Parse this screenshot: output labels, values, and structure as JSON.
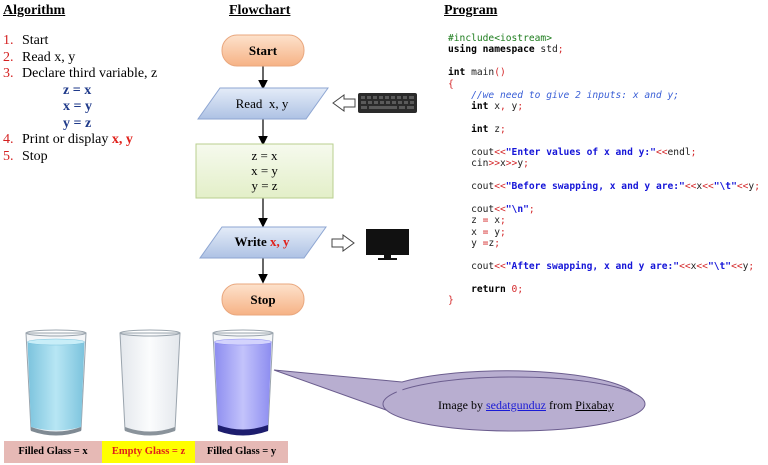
{
  "sections": {
    "algorithm_title": "Algorithm",
    "flowchart_title": "Flowchart",
    "program_title": "Program"
  },
  "algorithm": {
    "steps": [
      {
        "num": "1.",
        "text": "Start"
      },
      {
        "num": "2.",
        "text": "Read x, y"
      },
      {
        "num": "3.",
        "text": "Declare third variable, z"
      },
      {
        "num": "4.",
        "text": "Print or display ",
        "highlight": "x, y"
      },
      {
        "num": "5.",
        "text": "Stop"
      }
    ],
    "assignments": [
      "z = x",
      "x = y",
      "y = z"
    ]
  },
  "flowchart": {
    "start": "Start",
    "read": "Read  x, y",
    "process": [
      "z = x",
      "x = y",
      "y = z"
    ],
    "write_prefix": "Write ",
    "write_vars": "x, y",
    "stop": "Stop"
  },
  "program": {
    "lines": [
      [
        {
          "t": "#include<iostream>",
          "c": "pp"
        }
      ],
      [
        {
          "t": "using namespace",
          "c": "kw"
        },
        {
          "t": " std",
          "c": "fn"
        },
        {
          "t": ";",
          "c": "op"
        }
      ],
      [],
      [
        {
          "t": "int",
          "c": "kw"
        },
        {
          "t": " main",
          "c": "fn"
        },
        {
          "t": "()",
          "c": "op"
        }
      ],
      [
        {
          "t": "{",
          "c": "op"
        }
      ],
      [
        {
          "t": "    //we need to give 2 inputs: x and y;",
          "c": "com"
        }
      ],
      [
        {
          "t": "    int",
          "c": "kw"
        },
        {
          "t": " x",
          "c": "fn"
        },
        {
          "t": ",",
          "c": "op"
        },
        {
          "t": " y",
          "c": "fn"
        },
        {
          "t": ";",
          "c": "op"
        }
      ],
      [],
      [
        {
          "t": "    int",
          "c": "kw"
        },
        {
          "t": " z",
          "c": "fn"
        },
        {
          "t": ";",
          "c": "op"
        }
      ],
      [],
      [
        {
          "t": "    cout",
          "c": "fn"
        },
        {
          "t": "<<",
          "c": "op"
        },
        {
          "t": "\"Enter values of x and y:\"",
          "c": "str"
        },
        {
          "t": "<<",
          "c": "op"
        },
        {
          "t": "endl",
          "c": "fn"
        },
        {
          "t": ";",
          "c": "op"
        }
      ],
      [
        {
          "t": "    cin",
          "c": "fn"
        },
        {
          "t": ">>",
          "c": "op"
        },
        {
          "t": "x",
          "c": "fn"
        },
        {
          "t": ">>",
          "c": "op"
        },
        {
          "t": "y",
          "c": "fn"
        },
        {
          "t": ";",
          "c": "op"
        }
      ],
      [],
      [
        {
          "t": "    cout",
          "c": "fn"
        },
        {
          "t": "<<",
          "c": "op"
        },
        {
          "t": "\"Before swapping, x and y are:\"",
          "c": "str"
        },
        {
          "t": "<<",
          "c": "op"
        },
        {
          "t": "x",
          "c": "fn"
        },
        {
          "t": "<<",
          "c": "op"
        },
        {
          "t": "\"\\t\"",
          "c": "str"
        },
        {
          "t": "<<",
          "c": "op"
        },
        {
          "t": "y",
          "c": "fn"
        },
        {
          "t": ";",
          "c": "op"
        }
      ],
      [],
      [
        {
          "t": "    cout",
          "c": "fn"
        },
        {
          "t": "<<",
          "c": "op"
        },
        {
          "t": "\"\\n\"",
          "c": "str"
        },
        {
          "t": ";",
          "c": "op"
        }
      ],
      [
        {
          "t": "    z ",
          "c": "fn"
        },
        {
          "t": "=",
          "c": "op"
        },
        {
          "t": " x",
          "c": "fn"
        },
        {
          "t": ";",
          "c": "op"
        }
      ],
      [
        {
          "t": "    x ",
          "c": "fn"
        },
        {
          "t": "=",
          "c": "op"
        },
        {
          "t": " y",
          "c": "fn"
        },
        {
          "t": ";",
          "c": "op"
        }
      ],
      [
        {
          "t": "    y ",
          "c": "fn"
        },
        {
          "t": "=",
          "c": "op"
        },
        {
          "t": "z",
          "c": "fn"
        },
        {
          "t": ";",
          "c": "op"
        }
      ],
      [],
      [
        {
          "t": "    cout",
          "c": "fn"
        },
        {
          "t": "<<",
          "c": "op"
        },
        {
          "t": "\"After swapping, x and y are:\"",
          "c": "str"
        },
        {
          "t": "<<",
          "c": "op"
        },
        {
          "t": "x",
          "c": "fn"
        },
        {
          "t": "<<",
          "c": "op"
        },
        {
          "t": "\"\\t\"",
          "c": "str"
        },
        {
          "t": "<<",
          "c": "op"
        },
        {
          "t": "y",
          "c": "fn"
        },
        {
          "t": ";",
          "c": "op"
        }
      ],
      [],
      [
        {
          "t": "    return",
          "c": "kw"
        },
        {
          "t": " 0",
          "c": "num"
        },
        {
          "t": ";",
          "c": "op"
        }
      ],
      [
        {
          "t": "}",
          "c": "op"
        }
      ]
    ]
  },
  "glasses": {
    "labels": [
      "Filled Glass = x",
      "Empty Glass = z",
      "Filled Glass = y"
    ]
  },
  "credit": {
    "prefix": "Image by ",
    "author": "sedatgunduz",
    "middle": " from ",
    "source": "Pixabay"
  },
  "colors": {
    "terminal_fill": "#f9c9a8",
    "io_fill": "#c9d7ef",
    "process_fill": "#eef5dc",
    "label_bg": "#e6b9b5",
    "empty_label_bg": "#ffff00",
    "bubble_fill": "#b8aed0",
    "glass_x": "#9fd8ec",
    "glass_y": "#a9a9f2"
  }
}
